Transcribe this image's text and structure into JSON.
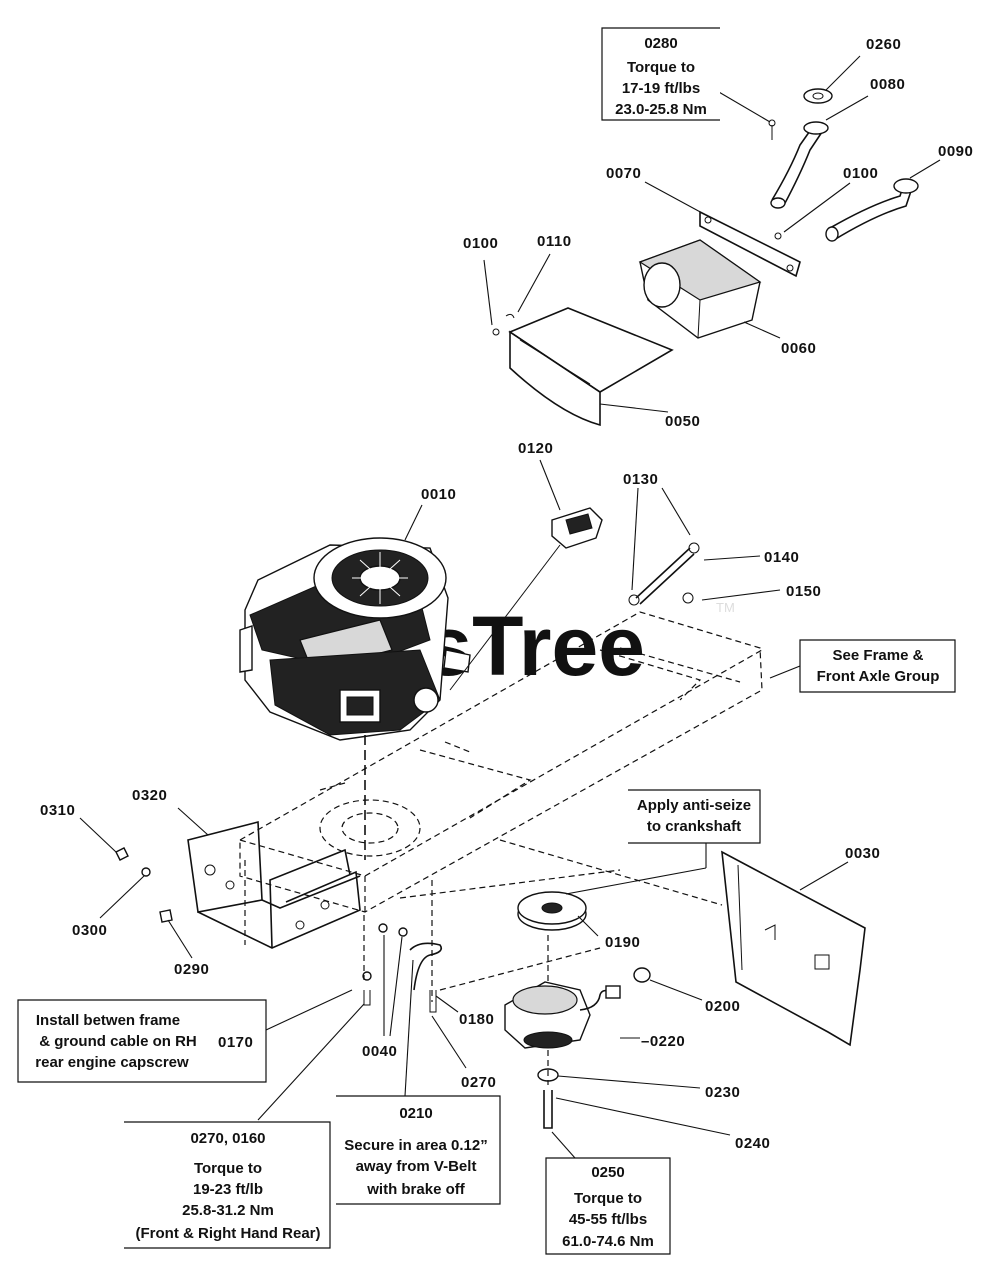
{
  "watermark": {
    "text": "PartsTree",
    "tm": "TM"
  },
  "callouts": [
    {
      "id": "c0260",
      "text": "0260"
    },
    {
      "id": "c0080",
      "text": "0080"
    },
    {
      "id": "c0090",
      "text": "0090"
    },
    {
      "id": "c0070",
      "text": "0070"
    },
    {
      "id": "c0100a",
      "text": "0100"
    },
    {
      "id": "c0100b",
      "text": "0100"
    },
    {
      "id": "c0110",
      "text": "0110"
    },
    {
      "id": "c0060",
      "text": "0060"
    },
    {
      "id": "c0050",
      "text": "0050"
    },
    {
      "id": "c0120",
      "text": "0120"
    },
    {
      "id": "c0130",
      "text": "0130"
    },
    {
      "id": "c0140",
      "text": "0140"
    },
    {
      "id": "c0150",
      "text": "0150"
    },
    {
      "id": "c0010",
      "text": "0010"
    },
    {
      "id": "c0320",
      "text": "0320"
    },
    {
      "id": "c0310",
      "text": "0310"
    },
    {
      "id": "c0300",
      "text": "0300"
    },
    {
      "id": "c0290",
      "text": "0290"
    },
    {
      "id": "c0030",
      "text": "0030"
    },
    {
      "id": "c0190",
      "text": "0190"
    },
    {
      "id": "c0200",
      "text": "0200"
    },
    {
      "id": "c0220",
      "text": "0220"
    },
    {
      "id": "c0230",
      "text": "0230"
    },
    {
      "id": "c0240",
      "text": "0240"
    },
    {
      "id": "c0170",
      "text": "0170"
    },
    {
      "id": "c0040",
      "text": "0040"
    },
    {
      "id": "c0180",
      "text": "0180"
    },
    {
      "id": "c0270",
      "text": "0270"
    }
  ],
  "notes": {
    "n0280": [
      "0280",
      "Torque to",
      "17-19 ft/lbs",
      "23.0-25.8 Nm"
    ],
    "frame": [
      "See Frame &",
      "Front Axle Group"
    ],
    "antiseize": [
      "Apply anti-seize",
      "to crankshaft"
    ],
    "ground": [
      "Install betwen frame",
      "& ground cable on RH",
      "rear engine capscrew"
    ],
    "n0270_0160": [
      "0270, 0160",
      "Torque to",
      "19-23 ft/lb",
      "25.8-31.2 Nm",
      "(Front & Right Hand Rear)"
    ],
    "n0210": [
      "0210",
      "Secure in area 0.12”",
      "away from V-Belt",
      "with brake off"
    ],
    "n0250": [
      "0250",
      "Torque to",
      "45-55 ft/lbs",
      "61.0-74.6 Nm"
    ]
  }
}
